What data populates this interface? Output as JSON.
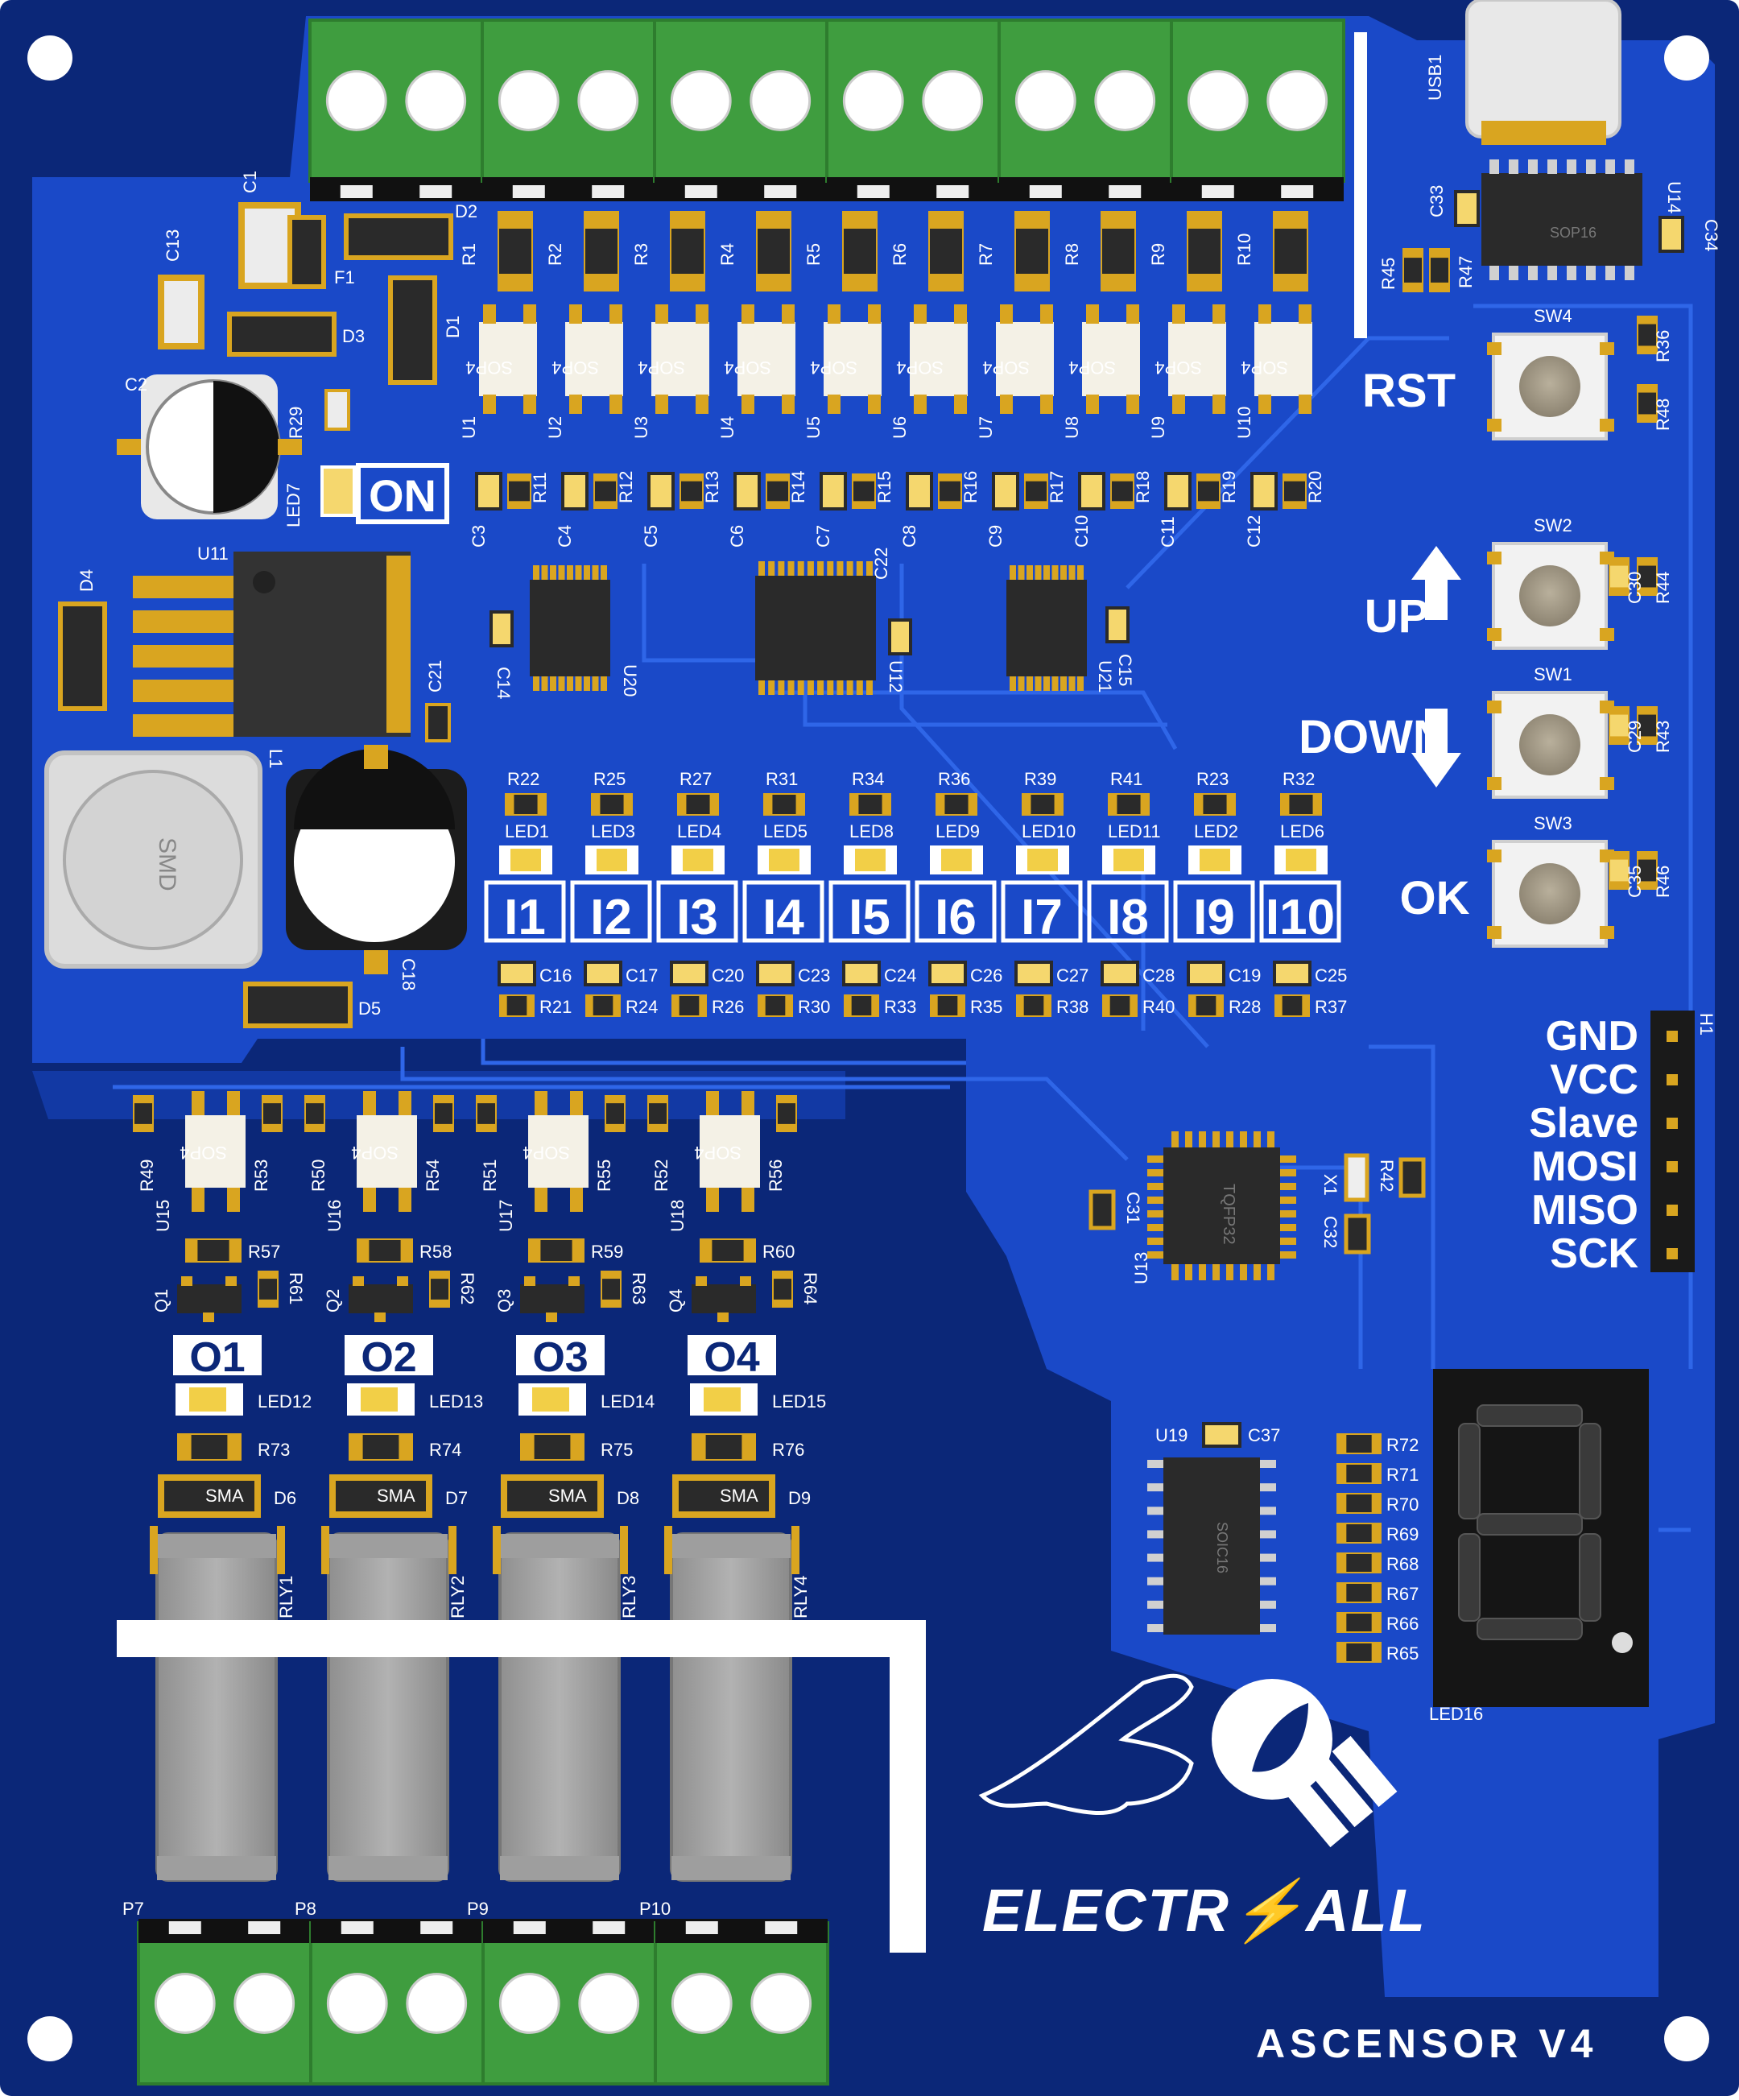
{
  "board": {
    "title": "ASCENSOR V4",
    "brand": "ELECTR⚡ALL",
    "power_label": "ON",
    "colors": {
      "pcb": "#0b2778",
      "copper": "#1a49c8",
      "silk": "#ffffff",
      "terminal": "#3f9d3f",
      "gold": "#d9a520",
      "relay": "#a6a6a6"
    }
  },
  "inputs": [
    "I1",
    "I2",
    "I3",
    "I4",
    "I5",
    "I6",
    "I7",
    "I8",
    "I9",
    "I10"
  ],
  "outputs": [
    "O1",
    "O2",
    "O3",
    "O4"
  ],
  "buttons": [
    {
      "ref": "SW4",
      "label": "RST"
    },
    {
      "ref": "SW2",
      "label": "UP"
    },
    {
      "ref": "SW1",
      "label": "DOWN"
    },
    {
      "ref": "SW3",
      "label": "OK"
    }
  ],
  "header": {
    "ref": "H1",
    "pins": [
      "GND",
      "VCC",
      "Slave",
      "MOSI",
      "MISO",
      "SCK"
    ]
  },
  "display": {
    "ref": "LED16",
    "digit": "8"
  },
  "ics": {
    "u20": "U20",
    "u12": "U12",
    "u21": "U21",
    "u13": "U13",
    "u13_pkg": "TQFP32",
    "u11": "U11",
    "u14": "U14",
    "u14_pkg": "SOP16",
    "u19": "U19",
    "u19_pkg": "SOIC16",
    "usb": "USB1",
    "l1": "L1",
    "l1_text": "SMD",
    "x1": "X1"
  },
  "optos": [
    "U1",
    "U2",
    "U3",
    "U4",
    "U5",
    "U6",
    "U7",
    "U8",
    "U9",
    "U10"
  ],
  "opto_pkg": "SOP4",
  "input_resistors": [
    "R1",
    "R2",
    "R3",
    "R4",
    "R5",
    "R6",
    "R7",
    "R8",
    "R9",
    "R10"
  ],
  "opto_rows": {
    "caps": [
      "C3",
      "C4",
      "C5",
      "C6",
      "C7",
      "C8",
      "C9",
      "C10",
      "C11",
      "C12"
    ],
    "res": [
      "R11",
      "R12",
      "R13",
      "R14",
      "R15",
      "R16",
      "R17",
      "R18",
      "R19",
      "R20"
    ]
  },
  "input_leds": {
    "res": [
      "R22",
      "R25",
      "R27",
      "R31",
      "R34",
      "R36",
      "R39",
      "R41",
      "R23",
      "R32"
    ],
    "leds": [
      "LED1",
      "LED3",
      "LED4",
      "LED5",
      "LED8",
      "LED9",
      "LED10",
      "LED11",
      "LED2",
      "LED6"
    ],
    "caps": [
      "C16",
      "C17",
      "C20",
      "C23",
      "C24",
      "C26",
      "C27",
      "C28",
      "C19",
      "C25"
    ],
    "res2": [
      "R21",
      "R24",
      "R26",
      "R30",
      "R33",
      "R35",
      "R38",
      "R40",
      "R28",
      "R37"
    ]
  },
  "output_stage": {
    "optos": [
      "U15",
      "U16",
      "U17",
      "U18"
    ],
    "res_a": [
      "R57",
      "R58",
      "R59",
      "R60"
    ],
    "transistors": [
      "Q1",
      "Q2",
      "Q3",
      "Q4"
    ],
    "leds": [
      "LED12",
      "LED13",
      "LED14",
      "LED15"
    ],
    "res_b": [
      "R73",
      "R74",
      "R75",
      "R76"
    ],
    "diodes": [
      "D6",
      "D7",
      "D8",
      "D9"
    ],
    "relays": [
      "RLY1",
      "RLY2",
      "RLY3",
      "RLY4"
    ],
    "terminals": [
      "P7",
      "P8",
      "P9",
      "P10"
    ]
  },
  "misc_labels": {
    "c1": "C1",
    "c13": "C13",
    "d2": "D2",
    "d3": "D3",
    "d1": "D1",
    "f1": "F1",
    "c2": "C2",
    "r29": "R29",
    "led7": "LED7",
    "d4": "D4",
    "c21": "C21",
    "c18": "C18",
    "d5": "D5",
    "c14": "C14",
    "c22": "C22",
    "c15": "C15",
    "c33": "C33",
    "c34": "C34",
    "r45": "R45",
    "r47": "R47",
    "r36b": "R36",
    "r48": "R48",
    "r44": "R44",
    "c30": "C30",
    "r43": "R43",
    "c29": "C29",
    "r46": "R46",
    "c35": "C35",
    "c31": "C31",
    "c32": "C32",
    "r42": "R42",
    "c37": "C37",
    "r49": "R49",
    "r53": "R53",
    "r50": "R50",
    "r54": "R54",
    "r51": "R51",
    "r55": "R55",
    "r52": "R52",
    "r56": "R56",
    "r61": "R61",
    "r62": "R62",
    "r63": "R63",
    "r64": "R64",
    "sma": "SMA"
  },
  "display_res": [
    "R72",
    "R71",
    "R70",
    "R69",
    "R68",
    "R67",
    "R66",
    "R65"
  ]
}
